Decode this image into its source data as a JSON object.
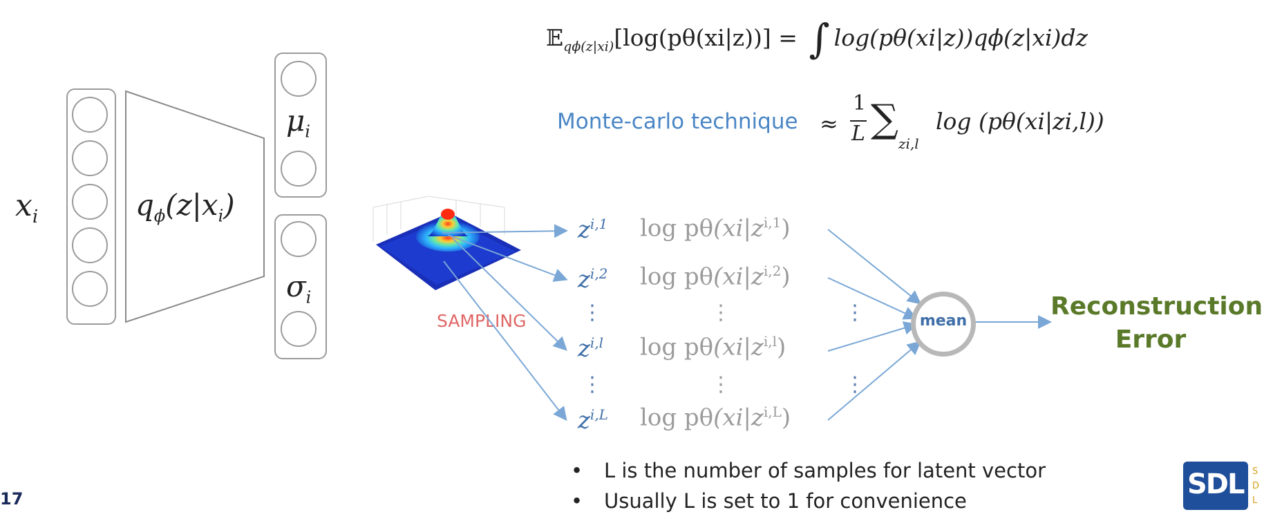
{
  "encoder": {
    "input_label": "x",
    "input_sub": "i",
    "encoder_label": "q",
    "encoder_sub": "ϕ",
    "encoder_arg": "(z|x",
    "encoder_arg_sub": "i",
    "encoder_arg_close": ")",
    "mu_label": "μ",
    "mu_sub": "i",
    "sigma_label": "σ",
    "sigma_sub": "i",
    "input_neurons": 5,
    "mu_neurons": 2,
    "sigma_neurons": 2
  },
  "equation": {
    "expectation": "𝔼",
    "expectation_sub": "qϕ(z|xi)",
    "lhs": "[log(pθ(xi|z))] =",
    "integral": "∫",
    "rhs": "log(pθ(xi|z))qϕ(z|xi)dz"
  },
  "monte_carlo": {
    "label": "Monte-carlo technique",
    "approx": "≈",
    "frac_num": "1",
    "frac_den": "L",
    "sum": "∑",
    "sum_sub": "zi,l",
    "rhs": "log (pθ(xi|zi,l))"
  },
  "sampling_label": "SAMPLING",
  "samples": [
    {
      "z": "z",
      "sup": "i,1",
      "log": "log pθ",
      "arg": "(xi|z",
      "arg_sup": "i,1",
      "close": ")"
    },
    {
      "z": "z",
      "sup": "i,2",
      "log": "log pθ",
      "arg": "(xi|z",
      "arg_sup": "i,2",
      "close": ")"
    },
    {
      "z": "z",
      "sup": "i,l",
      "log": "log pθ",
      "arg": "(xi|z",
      "arg_sup": "i,l",
      "close": ")"
    },
    {
      "z": "z",
      "sup": "i,L",
      "log": "log pθ",
      "arg": "(xi|z",
      "arg_sup": "i,L",
      "close": ")"
    }
  ],
  "dots": "⋮",
  "mean_label": "mean",
  "output": {
    "line1": "Reconstruction",
    "line2": "Error"
  },
  "bullets": [
    "L is the number of samples for latent vector",
    "Usually L is set to 1 for convenience"
  ],
  "page_number": "17",
  "logo": {
    "text": "SDL",
    "side_letters": [
      "S",
      "D",
      "L"
    ]
  },
  "colors": {
    "accent_blue": "#3f6fa8",
    "monte_carlo_blue": "#4a86c5",
    "gray_text": "#9b9b9b",
    "sampling_red": "#e06666",
    "output_green": "#5a7a2a",
    "arrow_blue": "#7aa7d6",
    "logo_blue": "#1f4e9a",
    "logo_gold": "#d4a017"
  }
}
